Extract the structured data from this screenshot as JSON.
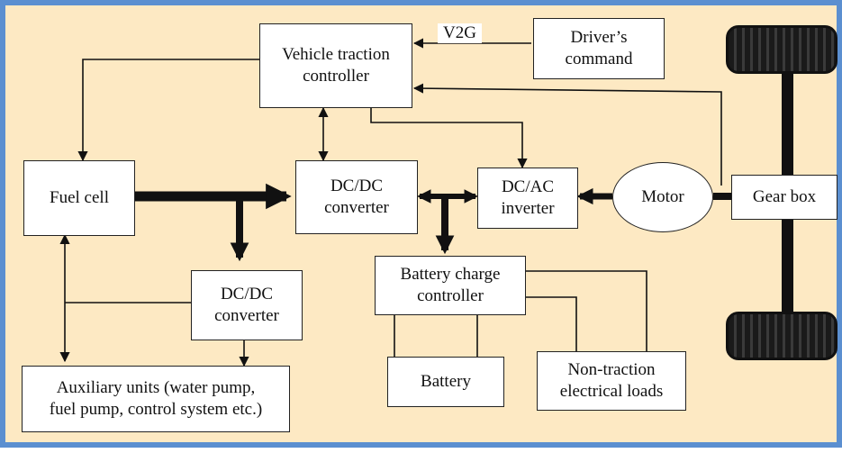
{
  "diagram": {
    "nodes": {
      "vehicle_traction_controller": "Vehicle traction\ncontroller",
      "drivers_command": "Driver’s\ncommand",
      "fuel_cell": "Fuel cell",
      "dcdc_converter_main": "DC/DC\nconverter",
      "dcac_inverter": "DC/AC\ninverter",
      "motor": "Motor",
      "gear_box": "Gear box",
      "dcdc_converter_aux": "DC/DC\nconverter",
      "battery_charge_controller": "Battery charge\ncontroller",
      "battery": "Battery",
      "non_traction_loads": "Non-traction\nelectrical loads",
      "auxiliary_units": "Auxiliary units (water pump,\nfuel pump, control system etc.)"
    },
    "labels": {
      "v2g": "V2G"
    }
  },
  "colors": {
    "background": "#fde9c3",
    "frame_border": "#5b8fd0",
    "box_fill": "#ffffff",
    "line": "#111111"
  }
}
